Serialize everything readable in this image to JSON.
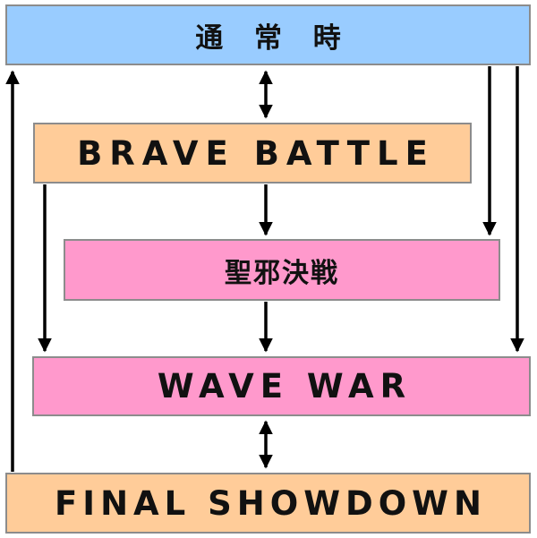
{
  "nodes": {
    "normal": {
      "label": "通 常 時",
      "color": "#99ccff"
    },
    "brave_battle": {
      "label": "BRAVE BATTLE",
      "color": "#ffcc99"
    },
    "seija_kessen": {
      "label": "聖邪決戦",
      "color": "#ff99cc"
    },
    "wave_war": {
      "label": "WAVE WAR",
      "color": "#ff99cc"
    },
    "final_showdown": {
      "label": "FINAL SHOWDOWN",
      "color": "#ffcc99"
    }
  },
  "edges": [
    {
      "from": "normal",
      "to": "brave_battle",
      "direction": "both"
    },
    {
      "from": "normal",
      "to": "seija_kessen",
      "direction": "forward"
    },
    {
      "from": "normal",
      "to": "wave_war",
      "direction": "forward"
    },
    {
      "from": "brave_battle",
      "to": "seija_kessen",
      "direction": "forward"
    },
    {
      "from": "brave_battle",
      "to": "wave_war",
      "direction": "forward"
    },
    {
      "from": "seija_kessen",
      "to": "wave_war",
      "direction": "forward"
    },
    {
      "from": "wave_war",
      "to": "final_showdown",
      "direction": "both"
    },
    {
      "from": "final_showdown",
      "to": "normal",
      "direction": "forward"
    }
  ]
}
